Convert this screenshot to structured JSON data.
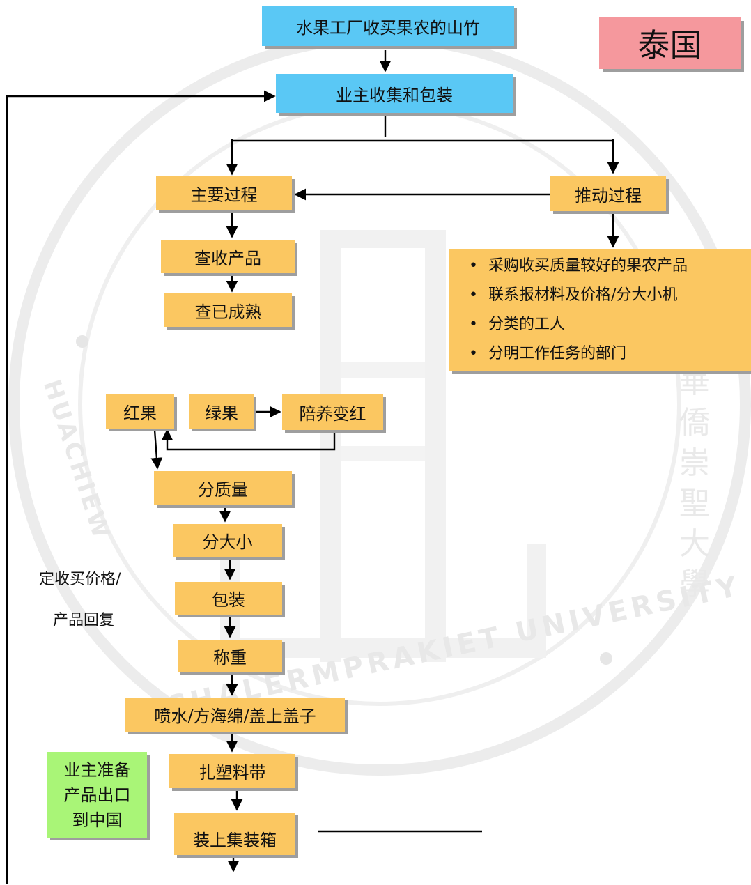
{
  "title_box": "泰国",
  "top": {
    "farmer_purchase": "水果工厂收买果农的山竹",
    "owner_collect": "业主收集和包装"
  },
  "main_process": {
    "title": "主要过程",
    "steps": [
      "查收产品",
      "查已成熟"
    ]
  },
  "push_process": {
    "title": "推动过程",
    "items": [
      "采购收买质量较好的果农产品",
      "联系报材料及价格/分大小机",
      "分类的工人",
      "分明工作任务的部门"
    ]
  },
  "sorting": {
    "red": "红果",
    "green": "绿果",
    "ripen": "陪养变红"
  },
  "flow_steps": [
    "分质量",
    "分大小",
    "包装",
    "称重",
    "喷水/方海绵/盖上盖子",
    "扎塑料带",
    "装上集装箱"
  ],
  "side_note": {
    "line1": "定收买价格/",
    "line2": "产品回复"
  },
  "export_note": "业主准备产品出口到中国",
  "watermark": {
    "left_text": "HUACHIEW",
    "bottom_text": "CHALERMPRAKIET UNIVERSITY",
    "right_text": "華僑崇聖大學",
    "emblem": "university-seal"
  }
}
